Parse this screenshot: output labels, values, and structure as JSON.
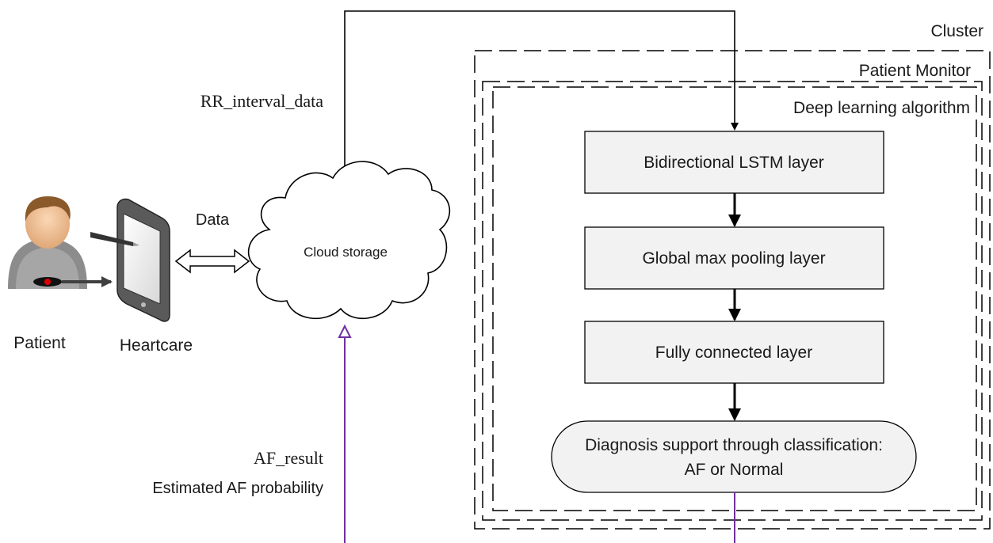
{
  "labels": {
    "cluster": "Cluster",
    "patient_monitor": "Patient Monitor",
    "deep_learning": "Deep learning algorithm",
    "rr_interval": "RR_interval_data",
    "data": "Data",
    "cloud": "Cloud storage",
    "patient": "Patient",
    "heartcare": "Heartcare",
    "af_result": "AF_result",
    "af_probability": "Estimated AF probability"
  },
  "layers": {
    "lstm": "Bidirectional LSTM layer",
    "pooling": "Global max pooling layer",
    "dense": "Fully connected layer"
  },
  "output": {
    "line1": "Diagnosis support through classification:",
    "line2": "AF or Normal"
  },
  "colors": {
    "box_fill": "#f2f2f2",
    "result_arrow": "#7030a0",
    "line": "#000000"
  },
  "icons": {
    "patient": "patient-avatar-icon",
    "device": "tablet-device-icon",
    "cloud": "cloud-icon"
  }
}
